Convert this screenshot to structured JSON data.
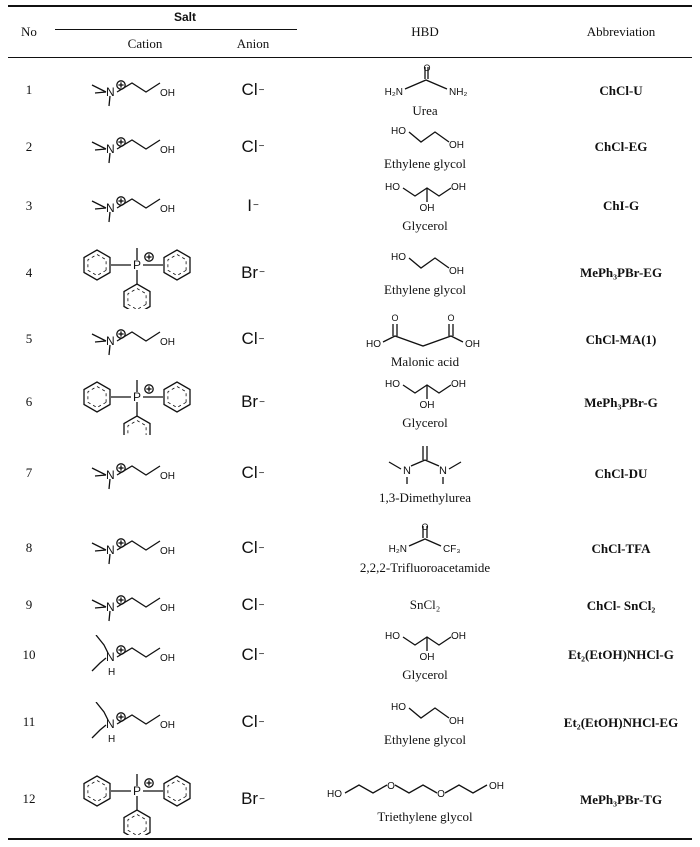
{
  "header": {
    "no": "No",
    "salt": "Salt",
    "cation": "Cation",
    "anion": "Anion",
    "hbd": "HBD",
    "abbreviation": "Abbreviation"
  },
  "rows": [
    {
      "no": "1",
      "cation": "choline",
      "anion": "Cl",
      "hbd_structure": "urea",
      "hbd_name": "Urea",
      "abbr": "ChCl-U"
    },
    {
      "no": "2",
      "cation": "choline",
      "anion": "Cl",
      "hbd_structure": "ethylene-glycol",
      "hbd_name": "Ethylene glycol",
      "abbr": "ChCl-EG"
    },
    {
      "no": "3",
      "cation": "choline",
      "anion": "I",
      "hbd_structure": "glycerol",
      "hbd_name": "Glycerol",
      "abbr": "ChI-G"
    },
    {
      "no": "4",
      "cation": "methyltriphenylphosphonium",
      "anion": "Br",
      "hbd_structure": "ethylene-glycol",
      "hbd_name": "Ethylene glycol",
      "abbr": "MePh₃PBr-EG"
    },
    {
      "no": "5",
      "cation": "choline",
      "anion": "Cl",
      "hbd_structure": "malonic-acid",
      "hbd_name": "Malonic acid",
      "abbr": "ChCl-MA(1)"
    },
    {
      "no": "6",
      "cation": "methyltriphenylphosphonium",
      "anion": "Br",
      "hbd_structure": "glycerol",
      "hbd_name": "Glycerol",
      "abbr": "MePh₃PBr-G"
    },
    {
      "no": "7",
      "cation": "choline",
      "anion": "Cl",
      "hbd_structure": "dimethylurea",
      "hbd_name": "1,3-Dimethylurea",
      "abbr": "ChCl-DU"
    },
    {
      "no": "8",
      "cation": "choline",
      "anion": "Cl",
      "hbd_structure": "trifluoroacetamide",
      "hbd_name": "2,2,2-Trifluoroacetamide",
      "abbr": "ChCl-TFA"
    },
    {
      "no": "9",
      "cation": "choline",
      "anion": "Cl",
      "hbd_structure": "none",
      "hbd_name": "SnCl₂",
      "abbr": "ChCl- SnCl₂"
    },
    {
      "no": "10",
      "cation": "diethylethanolammonium",
      "anion": "Cl",
      "hbd_structure": "glycerol",
      "hbd_name": "Glycerol",
      "abbr": "Et₂(EtOH)NHCl-G"
    },
    {
      "no": "11",
      "cation": "diethylethanolammonium",
      "anion": "Cl",
      "hbd_structure": "ethylene-glycol",
      "hbd_name": "Ethylene glycol",
      "abbr": "Et₂(EtOH)NHCl-EG"
    },
    {
      "no": "12",
      "cation": "methyltriphenylphosphonium",
      "anion": "Br",
      "hbd_structure": "triethylene-glycol",
      "hbd_name": "Triethylene glycol",
      "abbr": "MePh₃PBr-TG"
    }
  ],
  "structure_labels": {
    "oh": "OH",
    "ho": "HO",
    "h2n": "H₂N",
    "nh2": "NH₂",
    "o": "O",
    "n": "N",
    "p": "P",
    "h": "H",
    "cf3": "CF₃",
    "plus": "+",
    "minus": "−"
  }
}
